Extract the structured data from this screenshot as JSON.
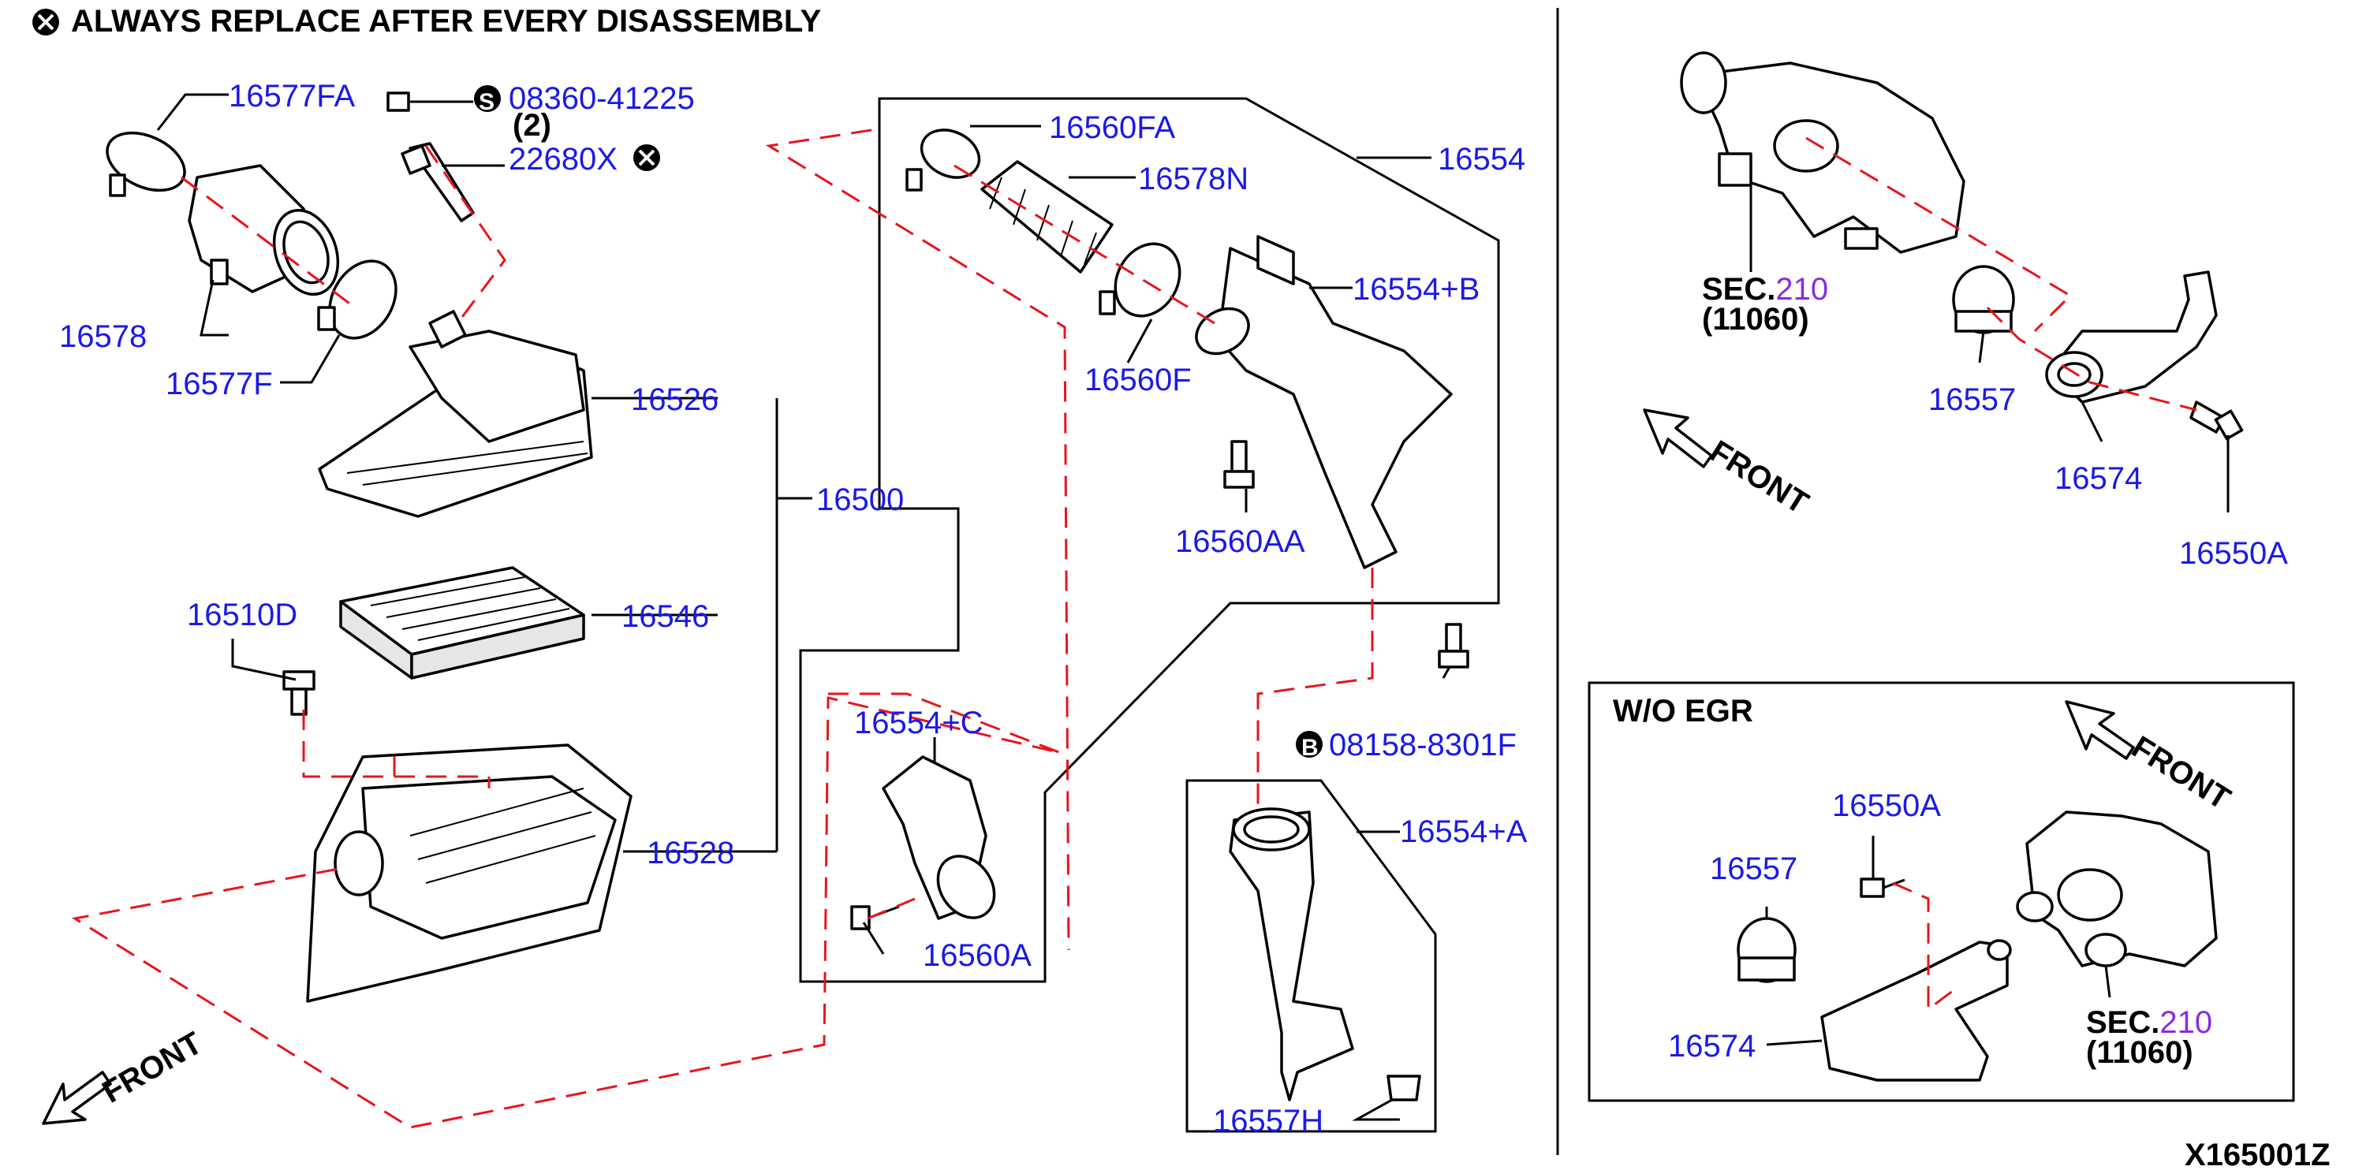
{
  "header": {
    "note": "ALWAYS REPLACE AFTER EVERY DISASSEMBLY"
  },
  "figure_id": "X165001Z",
  "parts": {
    "p16577FA": "16577FA",
    "p08360": "08360-41225",
    "p08360_qty": "(2)",
    "p22680X": "22680X",
    "p16578": "16578",
    "p16577F": "16577F",
    "p16526": "16526",
    "p16500": "16500",
    "p16510D": "16510D",
    "p16546": "16546",
    "p16528": "16528",
    "p16560FA": "16560FA",
    "p16578N": "16578N",
    "p16554": "16554",
    "p16554B": "16554+B",
    "p16560F": "16560F",
    "p16560AA": "16560AA",
    "p16554C": "16554+C",
    "p16560A": "16560A",
    "p08158": "08158-8301F",
    "p16554A": "16554+A",
    "p16557H": "16557H",
    "sec_top": "SEC.",
    "sec_top_num": "210",
    "sec_top_sub": "(11060)",
    "p16557_top": "16557",
    "p16574_top": "16574",
    "p16550A_top": "16550A",
    "front_top": "FRONT",
    "front_left": "FRONT",
    "wo_egr_title": "W/O EGR",
    "front_box": "FRONT",
    "p16550A_box": "16550A",
    "p16557_box": "16557",
    "p16574_box": "16574",
    "sec_box": "SEC.",
    "sec_box_num": "210",
    "sec_box_sub": "(11060)"
  },
  "symbols": {
    "s_mark": "S",
    "b_mark": "B"
  },
  "colors": {
    "label": "#1a1ae6",
    "leader": "#000000",
    "dashed": "#e8141c",
    "sec_number": "#8a2be2"
  }
}
